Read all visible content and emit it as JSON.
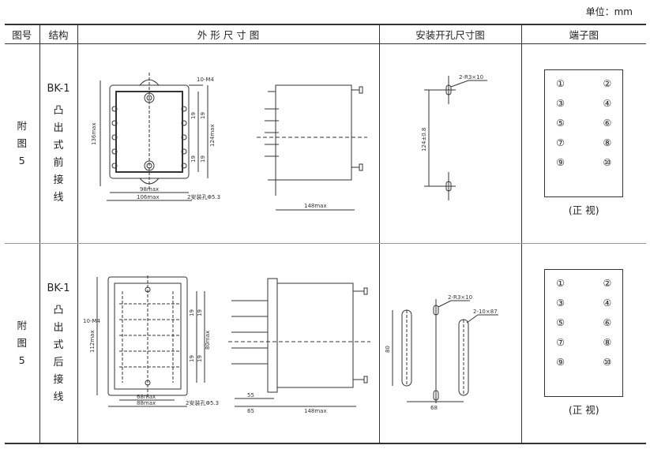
{
  "unit": "单位：mm",
  "headers": [
    "图号",
    "结构",
    "外 形 尺 寸 图",
    "安装开孔尺寸图",
    "端子图"
  ],
  "rows": [
    {
      "fig_chars": [
        "附",
        "图",
        "5"
      ],
      "code": "BK-1",
      "struct_chars": [
        "凸",
        "出",
        "式",
        "前",
        "接",
        "线"
      ],
      "outline": {
        "front_dims": [
          "10-M4",
          "136max",
          "124max",
          "19",
          "19",
          "19",
          "19",
          "98max",
          "106max",
          "2安装孔Φ5.3"
        ],
        "side_dims": [
          "148max"
        ]
      },
      "mount": [
        "2-R3×10",
        "124±0.8"
      ],
      "terminals": [
        [
          "①",
          "②"
        ],
        [
          "③",
          "④"
        ],
        [
          "⑤",
          "⑥"
        ],
        [
          "⑦",
          "⑧"
        ],
        [
          "⑨",
          "⑩"
        ]
      ],
      "view": "(正 视)"
    },
    {
      "fig_chars": [
        "附",
        "图",
        "5"
      ],
      "code": "BK-1",
      "struct_chars": [
        "凸",
        "出",
        "式",
        "后",
        "接",
        "线"
      ],
      "outline": {
        "front_dims": [
          "10-M4",
          "112max",
          "80max",
          "19",
          "19",
          "19",
          "19",
          "68max",
          "88max",
          "2安装孔Φ5.3"
        ],
        "side_dims": [
          "55",
          "65",
          "148max"
        ]
      },
      "mount": [
        "2-R3×10",
        "2-10×87",
        "80",
        "68"
      ],
      "terminals": [
        [
          "①",
          "②"
        ],
        [
          "③",
          "④"
        ],
        [
          "⑤",
          "⑥"
        ],
        [
          "⑦",
          "⑧"
        ],
        [
          "⑨",
          "⑩"
        ]
      ],
      "view": "(正 视)"
    }
  ]
}
